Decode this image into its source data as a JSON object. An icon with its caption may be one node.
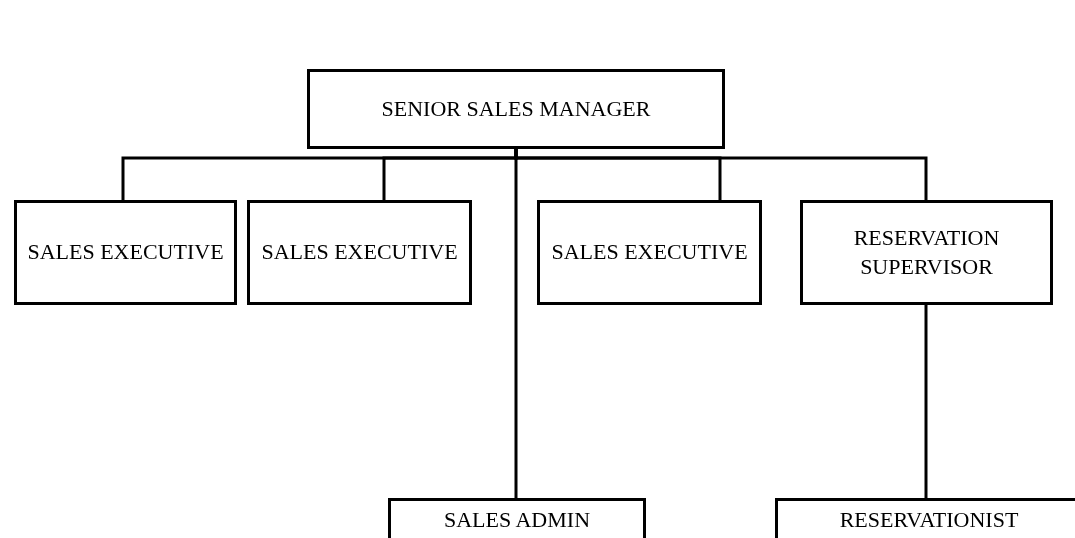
{
  "diagram": {
    "nodes": [
      {
        "text": [
          "SENIOR SALES MANAGER"
        ]
      },
      {
        "text": [
          "SALES EXECUTIVE"
        ]
      },
      {
        "text": [
          "SALES EXECUTIVE"
        ]
      },
      {
        "text": [
          "SALES EXECUTIVE"
        ]
      },
      {
        "text": [
          "RESERVATION SUPERVISOR"
        ]
      },
      {
        "text": [
          "SALES ADMIN"
        ]
      },
      {
        "text": [
          "RESERVATIONIST"
        ]
      }
    ],
    "edges": [
      {
        "from": 0,
        "to": 1,
        "arrow": "none"
      },
      {
        "from": 0,
        "to": 2,
        "arrow": "none"
      },
      {
        "from": 0,
        "to": 3,
        "arrow": "none"
      },
      {
        "from": 0,
        "to": 4,
        "arrow": "none"
      },
      {
        "from": 0,
        "to": 5,
        "arrow": "none"
      },
      {
        "from": 4,
        "to": 6,
        "arrow": "none"
      }
    ]
  }
}
